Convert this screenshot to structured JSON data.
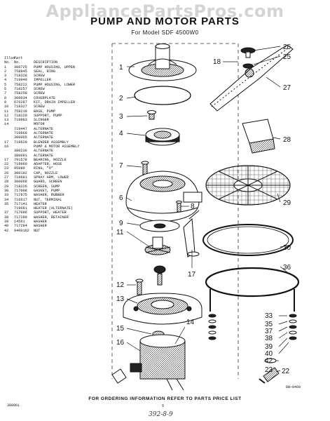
{
  "watermark": "AppliancePartsPros.com",
  "title": "PUMP AND MOTOR PARTS",
  "subtitle": "For Model SDF 4500W0",
  "legend": {
    "header_ill": "Illus.",
    "header_no": "No.",
    "header_part": "Part",
    "header_part_no": "No.",
    "header_desc": "DESCRIPTION",
    "rows": [
      {
        "ill": "1",
        "part": "300725",
        "desc": "PUMP HOUSING, UPPER"
      },
      {
        "ill": "2",
        "part": "758845",
        "desc": "SEAL, RING"
      },
      {
        "ill": "3",
        "part": "718328",
        "desc": "SCREW"
      },
      {
        "ill": "4",
        "part": "719949",
        "desc": "IMPELLER"
      },
      {
        "ill": "5",
        "part": "758222",
        "desc": "PUMP HOUSING, LOWER"
      },
      {
        "ill": "6",
        "part": "718257",
        "desc": "SCREW"
      },
      {
        "ill": "7",
        "part": "758258",
        "desc": "SCREW"
      },
      {
        "ill": "8",
        "part": "300034",
        "desc": "COVERPLATE"
      },
      {
        "ill": "9",
        "part": "676287",
        "desc": "KIT, DRAIN IMPELLER"
      },
      {
        "ill": "10",
        "part": "718327",
        "desc": "SCREW"
      },
      {
        "ill": "11",
        "part": "758219",
        "desc": "BASE, PUMP"
      },
      {
        "ill": "12",
        "part": "718220",
        "desc": "SUPPORT, PUMP"
      },
      {
        "ill": "13",
        "part": "719983",
        "desc": "SLINGER"
      },
      {
        "ill": "14",
        "part": "",
        "desc": "MOTOR"
      },
      {
        "ill": "",
        "part": "719447",
        "desc": "ALTERNATE"
      },
      {
        "ill": "",
        "part": "719869",
        "desc": "ALTERNATE"
      },
      {
        "ill": "",
        "part": "300065",
        "desc": "ALTERNATE"
      },
      {
        "ill": "17",
        "part": "719629",
        "desc": "BLENDER ASSEMBLY"
      },
      {
        "ill": "16",
        "part": "",
        "desc": "PUMP & MOTOR ASSEMBLY"
      },
      {
        "ill": "",
        "part": "380236",
        "desc": "ALTERNATE"
      },
      {
        "ill": "",
        "part": "380091",
        "desc": "ALTERNATE"
      },
      {
        "ill": "17",
        "part": "791578",
        "desc": "BEARING, NOZZLE"
      },
      {
        "ill": "22",
        "part": "719960",
        "desc": "ADAPTER, HOSE"
      },
      {
        "ill": "23",
        "part": "95080",
        "desc": "RING, \"O\""
      },
      {
        "ill": "26",
        "part": "300192",
        "desc": "CAP, NOZZLE"
      },
      {
        "ill": "27",
        "part": "719681",
        "desc": "SPRAY ARM, LOWER"
      },
      {
        "ill": "28",
        "part": "300068",
        "desc": "GUARD, SCREEN"
      },
      {
        "ill": "29",
        "part": "718226",
        "desc": "SCREEN, SUMP"
      },
      {
        "ill": "30",
        "part": "717008",
        "desc": "GASKET, PUMP"
      },
      {
        "ill": "33",
        "part": "717875",
        "desc": "WASHER, RUBBER"
      },
      {
        "ill": "34",
        "part": "716617",
        "desc": "NUT, TERMINAL"
      },
      {
        "ill": "35",
        "part": "717141",
        "desc": "HEATER"
      },
      {
        "ill": "",
        "part": "719681",
        "desc": "HEATER (ALTERNATE)"
      },
      {
        "ill": "37",
        "part": "717096",
        "desc": "SUPPORT, HEATER"
      },
      {
        "ill": "38",
        "part": "717289",
        "desc": "WASHER, RETAINER"
      },
      {
        "ill": "39",
        "part": "14561",
        "desc": "WASHER"
      },
      {
        "ill": "40",
        "part": "717284",
        "desc": "WASHER"
      },
      {
        "ill": "42",
        "part": "9400162",
        "desc": "NUT"
      }
    ]
  },
  "callouts": {
    "c1": "1",
    "c2": "2",
    "c3": "3",
    "c4": "4",
    "c6": "6",
    "c7": "7",
    "c8": "8",
    "c9": "9",
    "c11": "11",
    "c12": "12",
    "c13": "13",
    "c14": "14",
    "c15": "15",
    "c16": "16",
    "c17": "17",
    "c18": "18",
    "c22": "22",
    "c23": "23",
    "c25": "25",
    "c26": "26",
    "c27": "27",
    "c28": "28",
    "c29": "29",
    "c30": "30",
    "c33": "33",
    "c35": "35",
    "c36": "36",
    "c37": "37",
    "c38": "38",
    "c39": "39",
    "c40": "40",
    "c42": "42"
  },
  "diagram_id": "DW—0469",
  "footer": "FOR ORDERING INFORMATION REFER TO PARTS PRICE LIST",
  "code_left": "380961",
  "page_number": "9",
  "handwriting": "392-8-9"
}
